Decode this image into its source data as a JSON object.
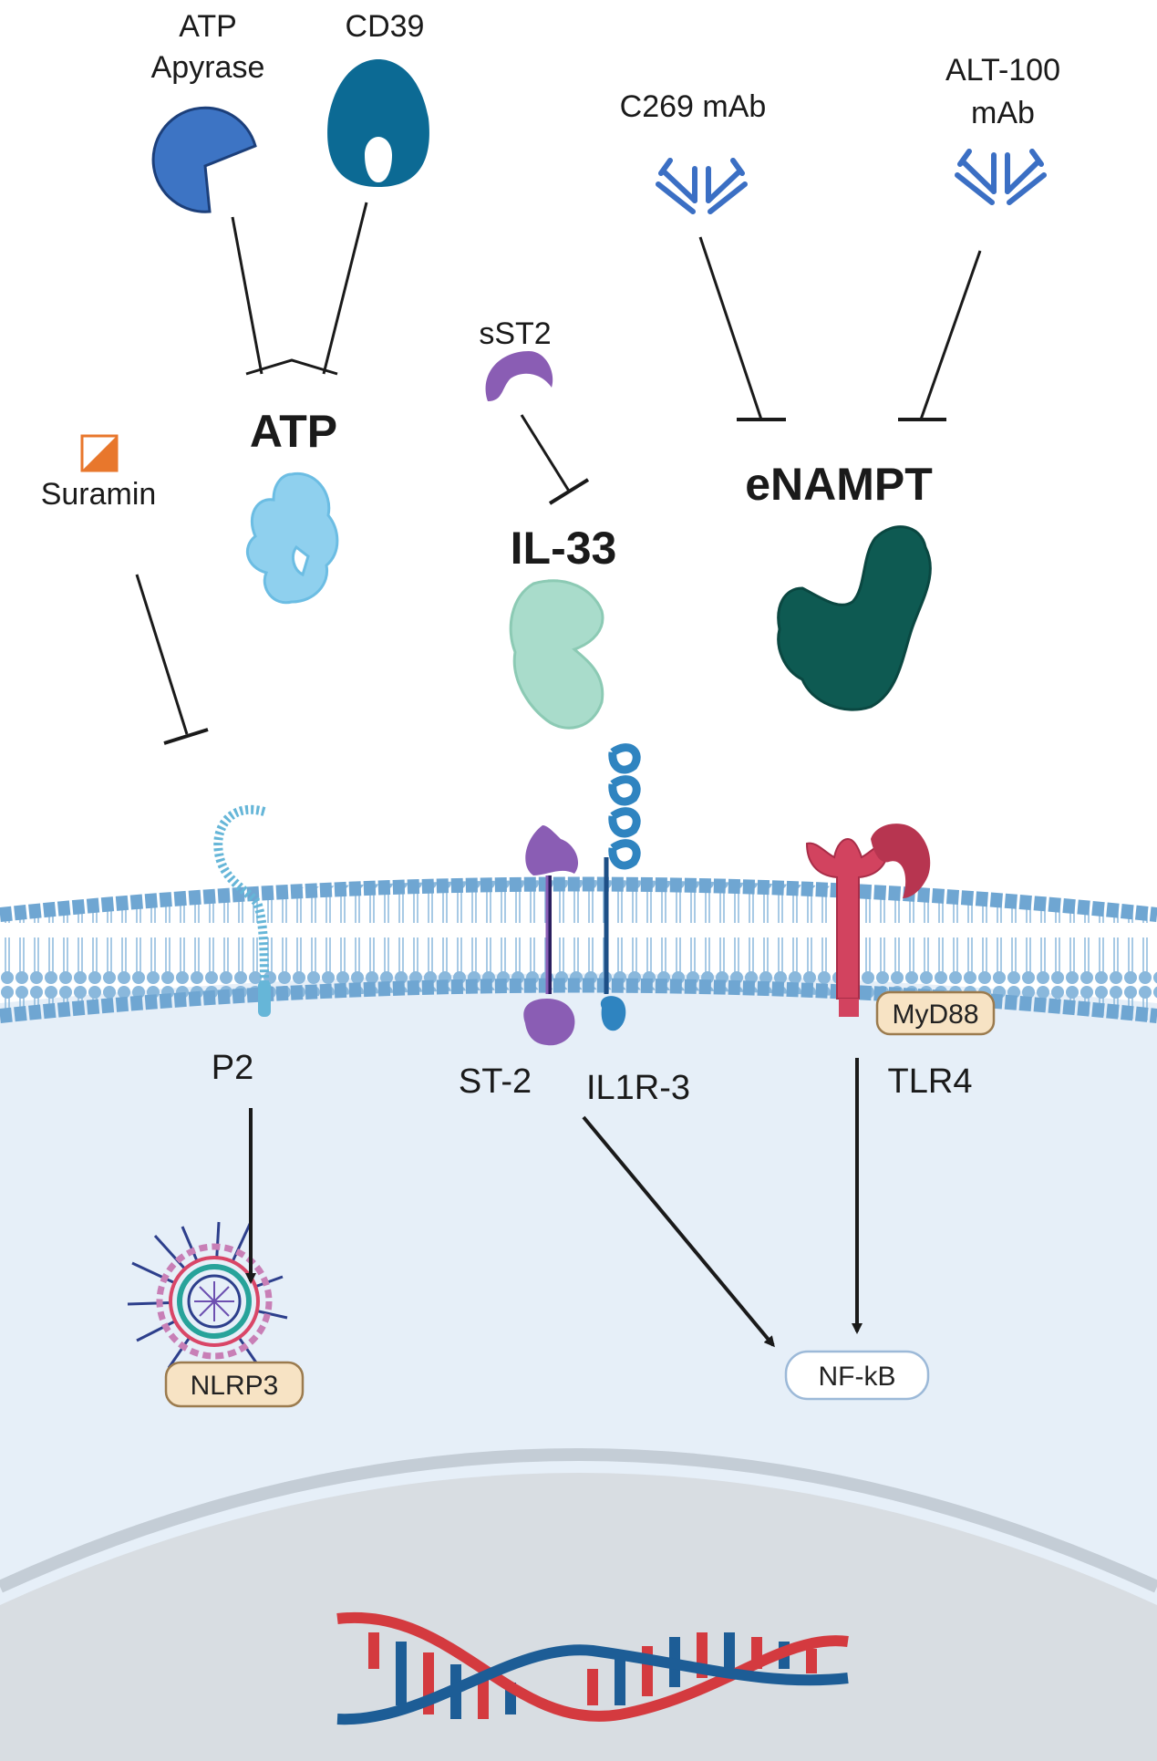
{
  "inhibitors": {
    "atp_apyrase": [
      "ATP",
      "Apyrase"
    ],
    "cd39": "CD39",
    "suramin": "Suramin",
    "sst2": "sST2",
    "c269_mab": "C269 mAb",
    "alt100_mab": [
      "ALT-100",
      "mAb"
    ]
  },
  "ligands": {
    "atp": "ATP",
    "il33": "IL-33",
    "enampt": "eNAMPT"
  },
  "receptors": {
    "p2": "P2",
    "st2": "ST-2",
    "il1r3": "IL1R-3",
    "tlr4": "TLR4"
  },
  "intracellular": {
    "myd88": "MyD88",
    "nlrp3": "NLRP3",
    "nfkb": "NF-kB"
  },
  "colors": {
    "apyrase_blue": "#3d74c4",
    "cd39_blue": "#0c6a94",
    "atp_light_blue": "#8fd0ee",
    "il33_mint": "#a9dccb",
    "enampt_teal": "#0e5a52",
    "antibody_blue": "#3b6fc4",
    "st2_purple": "#8a5db4",
    "il1r3_blue": "#2f84c0",
    "p2_blue": "#66b6d8",
    "tlr4_red": "#d2435f",
    "membrane_lipid": "#8ab8dc",
    "cytoplasm": "#e6eff8",
    "nucleus": "#d8dde2",
    "pill_fill": "#f7e3c4",
    "dna_red": "#d43a3f",
    "dna_blue": "#1d5d96"
  },
  "icons": [
    "apyrase-pacman-icon",
    "cd39-receptor-icon",
    "antibody-icon",
    "suramin-icon",
    "atp-molecule-icon",
    "il33-protein-icon",
    "enampt-protein-icon",
    "p2-receptor-icon",
    "st2-receptor-icon",
    "il1r3-receptor-icon",
    "tlr4-receptor-icon",
    "nlrp3-inflammasome-icon",
    "dna-helix-icon"
  ]
}
